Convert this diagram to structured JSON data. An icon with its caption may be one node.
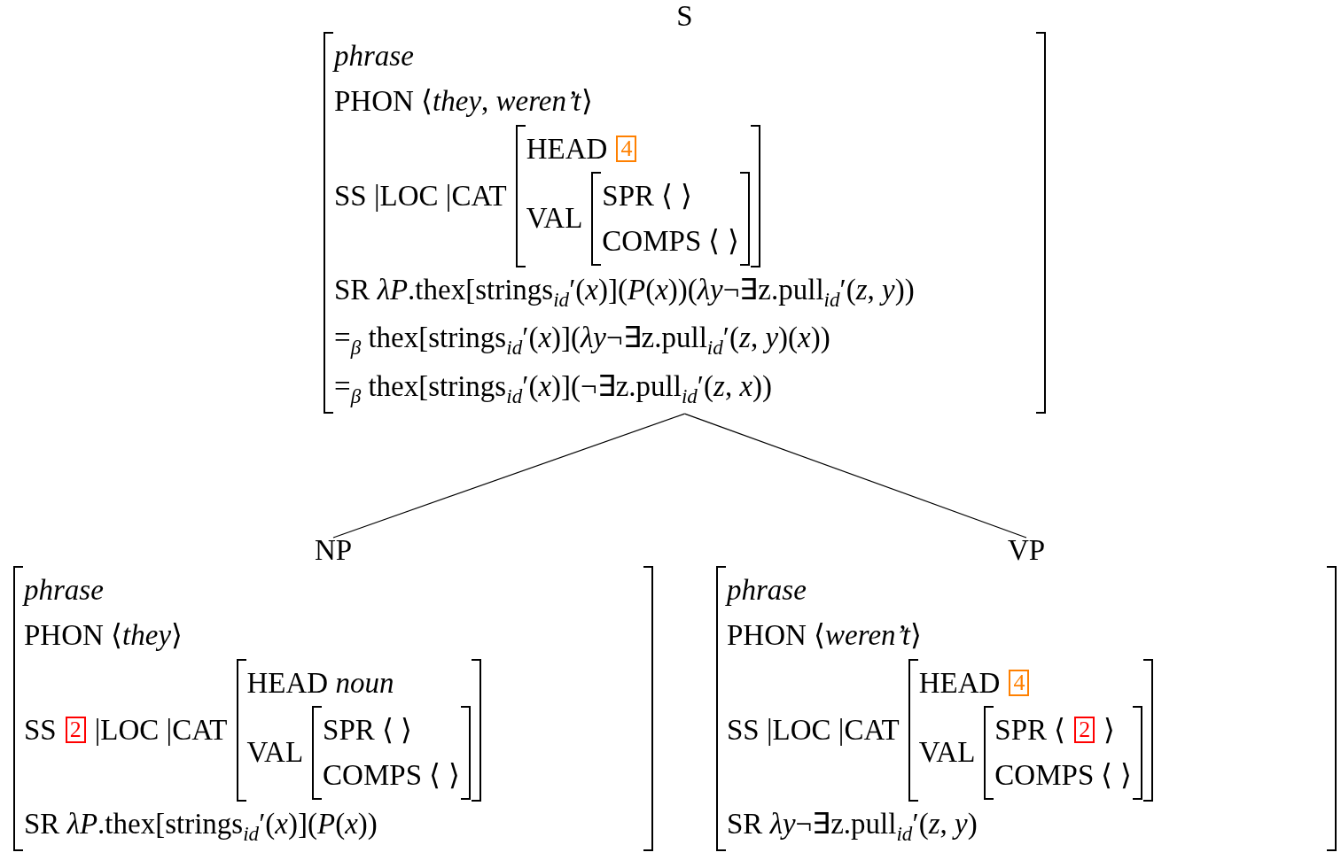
{
  "diagram": {
    "nodes": [
      {
        "text": [
          "S",
          "*phrase*",
          "PHON ⟨*they*, *weren’t*⟩",
          "SS |LOC |CAT",
          "SR *λP*.thex[strings$_{id}$′(*x*)](*P*(*x*))(*λy*¬∃z.pull$_{id}$′(*z*, *y*))",
          "=$_{β}$ thex[strings$_{id}$′(*x*)](*λy*¬∃z.pull$_{id}$′(*z*, *y*)(*x*))",
          "=$_{β}$ thex[strings$_{id}$′(*x*)](¬∃z.pull$_{id}$′(*z*, *x*))"
        ]
      },
      {
        "text": [
          "HEAD",
          "VAL"
        ],
        "in": 0
      },
      {
        "text": [
          "4"
        ],
        "in": 1
      },
      {
        "text": [
          "SPR ⟨ ⟩",
          "COMPS ⟨ ⟩"
        ],
        "in": 1
      },
      {
        "text": [
          "NP",
          "*phrase*",
          "PHON ⟨*they*⟩",
          "SS",
          "|LOC |CAT",
          "SR *λP*.thex[strings$_{id}$′(*x*)](*P*(*x*))"
        ]
      },
      {
        "text": [
          "2"
        ],
        "in": 4
      },
      {
        "text": [
          "HEAD *noun*",
          "VAL"
        ],
        "in": 4
      },
      {
        "text": [
          "SPR ⟨ ⟩",
          "COMPS ⟨ ⟩"
        ],
        "in": 6
      },
      {
        "text": [
          "VP",
          "*phrase*",
          "PHON ⟨*weren’t*⟩",
          "SS |LOC |CAT",
          "SR *λy*¬∃z.pull$_{id}$′(*z*, *y*)"
        ]
      },
      {
        "text": [
          "HEAD",
          "VAL"
        ],
        "in": 8
      },
      {
        "text": [
          "4"
        ],
        "in": 9
      },
      {
        "text": [
          "SPR ⟨",
          "⟩",
          "COMPS ⟨ ⟩"
        ],
        "in": 9
      },
      {
        "text": [
          "2"
        ],
        "in": 11
      }
    ],
    "edges": [
      {
        "from": 0,
        "to": 4,
        "arrow": "none"
      },
      {
        "from": 0,
        "to": 8,
        "arrow": "none"
      }
    ]
  }
}
